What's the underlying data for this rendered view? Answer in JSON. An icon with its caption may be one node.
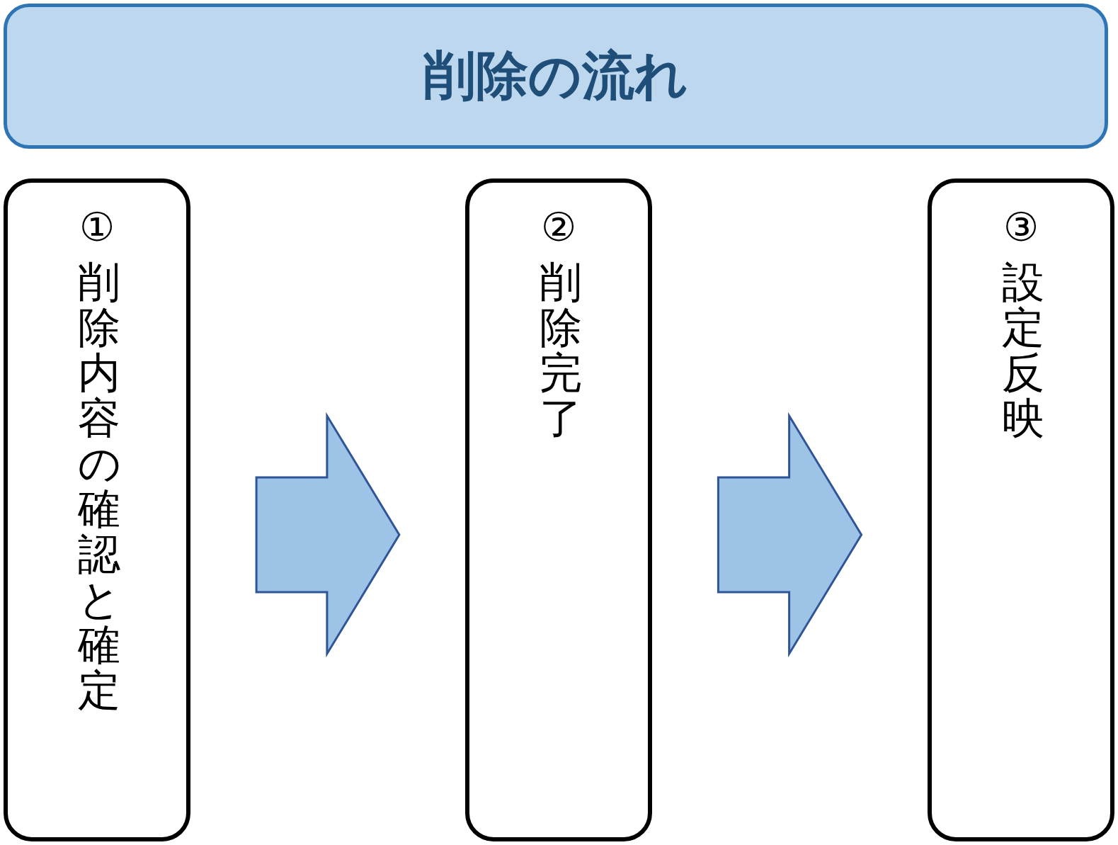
{
  "diagram": {
    "title": "削除の流れ",
    "nodes": [
      {
        "text": [
          "①",
          "削除内容の確認と確定"
        ]
      },
      {
        "text": [
          "②",
          "削除完了"
        ]
      },
      {
        "text": [
          "③",
          "設定反映"
        ]
      }
    ],
    "edges": [
      {
        "from": 0,
        "to": 1,
        "arrow": "to"
      },
      {
        "from": 1,
        "to": 2,
        "arrow": "to"
      }
    ]
  }
}
